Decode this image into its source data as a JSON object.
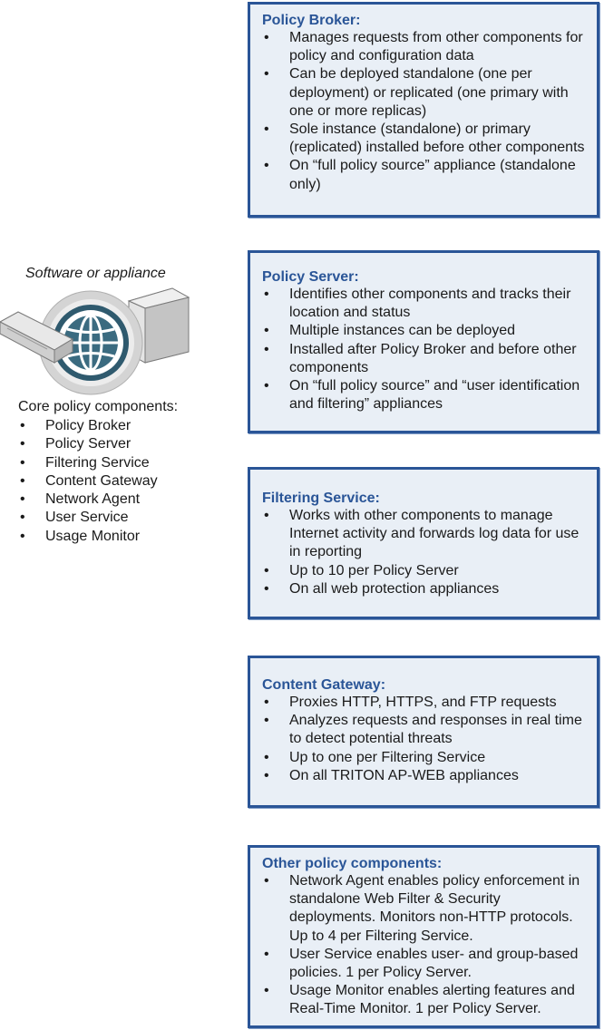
{
  "left": {
    "caption": "Software or appliance",
    "core_title": "Core policy components:",
    "core_items": [
      "Policy Broker",
      "Policy Server",
      "Filtering Service",
      "Content Gateway",
      "Network Agent",
      "User Service",
      "Usage Monitor"
    ]
  },
  "boxes": [
    {
      "title": "Policy Broker:",
      "items": [
        "Manages requests from other components for policy and configuration data",
        "Can be deployed standalone (one per deployment) or replicated (one primary with one or more replicas)",
        "Sole instance (standalone) or primary (replicated) installed before other components",
        "On “full policy source” appliance (standalone only)"
      ]
    },
    {
      "title": "Policy Server:",
      "items": [
        "Identifies other components and tracks their location and status",
        "Multiple instances can be deployed",
        "Installed after Policy Broker and before other components",
        "On “full policy source” and “user identification and filtering” appliances"
      ]
    },
    {
      "title": "Filtering Service:",
      "items": [
        "Works with other components to manage Internet activity and forwards log data for use in reporting",
        "Up to 10 per Policy Server",
        "On all web protection appliances"
      ]
    },
    {
      "title": "Content Gateway:",
      "items": [
        "Proxies HTTP, HTTPS, and FTP requests",
        "Analyzes requests and responses in real time to detect potential threats",
        "Up to one per Filtering Service",
        "On all TRITON AP-WEB appliances"
      ]
    },
    {
      "title": "Other policy components:",
      "items": [
        "Network Agent enables policy enforcement in standalone Web Filter & Security deployments. Monitors non-HTTP protocols. Up to 4 per Filtering Service.",
        "User Service enables user- and group-based policies. 1 per Policy Server.",
        "Usage Monitor enables alerting features and Real-Time Monitor. 1 per Policy Server."
      ]
    }
  ],
  "colors": {
    "box_border": "#2a5597",
    "box_fill": "#e9eff6",
    "title_text": "#2a5597"
  }
}
